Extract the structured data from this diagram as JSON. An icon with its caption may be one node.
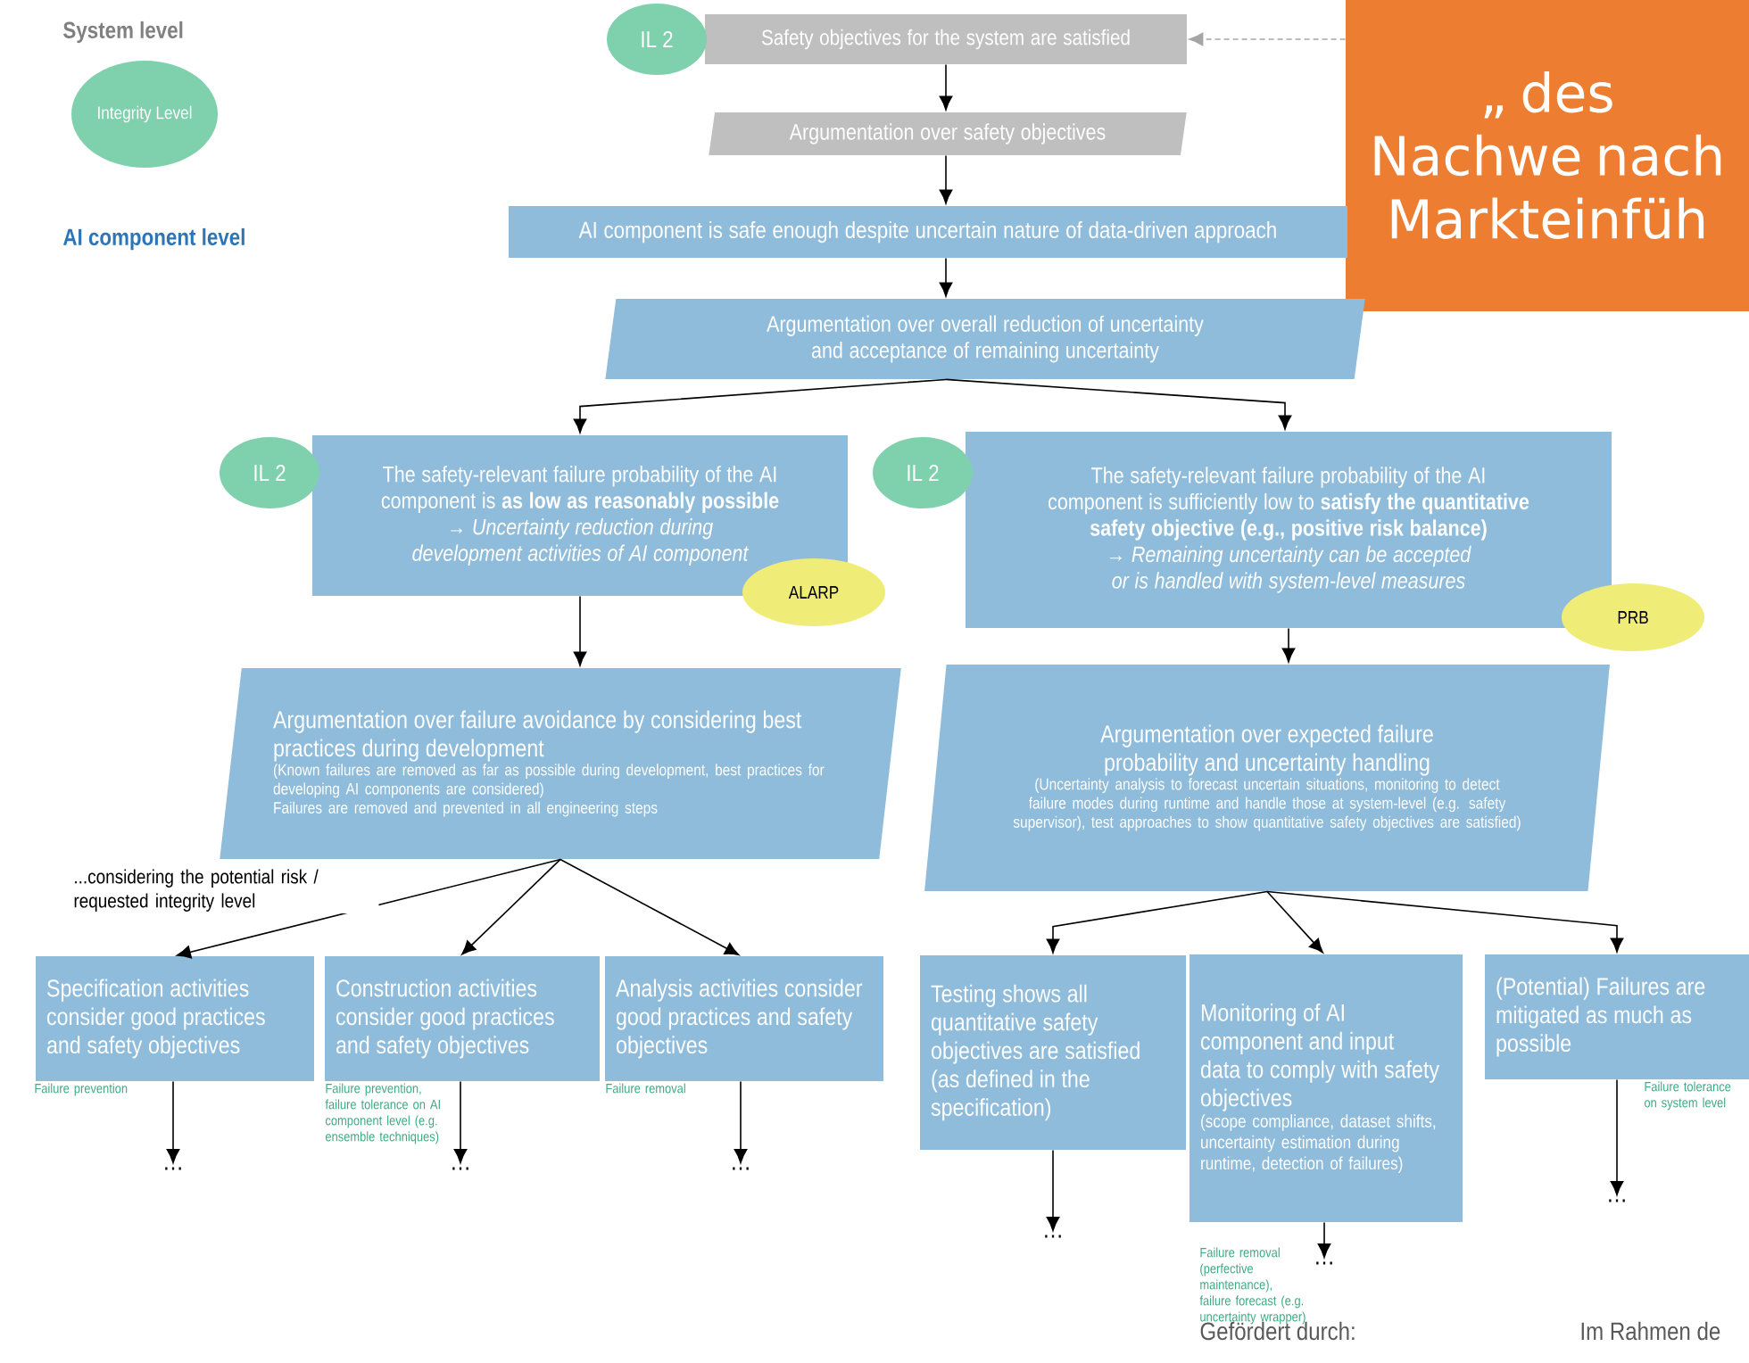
{
  "diagram": {
    "nodes": [
      {
        "text": [
          "Integrity Level"
        ]
      },
      {
        "text": [
          "IL 2"
        ]
      },
      {
        "text": [
          "Safety objectives for the system are satisfied"
        ]
      },
      {
        "text": [
          "„ des Nachwe nach Markteinfüh"
        ]
      },
      {
        "text": [
          "Argumentation over safety objectives"
        ]
      },
      {
        "text": [
          "AI component is safe enough despite uncertain nature of data-driven approach"
        ]
      },
      {
        "text": [
          "Argumentation over overall reduction of uncertainty and acceptance of remaining uncertainty"
        ]
      },
      {
        "text": [
          "IL 2"
        ]
      },
      {
        "text": [
          "The safety-relevant failure probability of the AI component is **as low as reasonably possible**",
          "→ Uncertainty reduction during development activities of AI component"
        ]
      },
      {
        "text": [
          "ALARP"
        ]
      },
      {
        "text": [
          "IL 2"
        ]
      },
      {
        "text": [
          "The safety-relevant failure probability of the AI component is sufficiently low to **satisfy the quantitative safety objective (e.g., positive risk balance)**",
          "→ Remaining uncertainty can be accepted or is handled with system-level measures"
        ]
      },
      {
        "text": [
          "PRB"
        ]
      },
      {
        "text": [
          "Argumentation over failure avoidance by considering best practices during development",
          "(Known failures are removed as far as possible during development, best practices for developing AI components are considered)",
          "Failures are removed and prevented in all engineering steps"
        ]
      },
      {
        "text": [
          "Argumentation over expected failure probability and uncertainty handling",
          "(Uncertainty analysis to forecast uncertain situations, monitoring to detect failure modes during runtime and handle those at system-level (e.g. safety supervisor), test approaches to show quantitative safety objectives are satisfied)"
        ]
      },
      {
        "text": [
          "Specification activities consider good practices and safety objectives"
        ],
        "beside": [
          "Failure prevention"
        ]
      },
      {
        "text": [
          "Construction activities consider good practices and safety objectives"
        ],
        "beside": [
          "Failure prevention, failure tolerance on AI component level (e.g. ensemble techniques)"
        ]
      },
      {
        "text": [
          "Analysis activities consider good practices and safety objectives"
        ],
        "beside": [
          "Failure removal"
        ]
      },
      {
        "text": [
          "Testing shows all quantitative safety objectives are satisfied (as defined in the specification)"
        ]
      },
      {
        "text": [
          "Monitoring of AI component and input data to comply with safety objectives",
          "(scope compliance, dataset shifts, uncertainty estimation during runtime, detection of failures)"
        ]
      },
      {
        "text": [
          "(Potential) Failures are mitigated as much as possible"
        ],
        "beside": [
          "Failure tolerance on system level"
        ]
      },
      {
        "text": [
          "…"
        ]
      },
      {
        "text": [
          "…"
        ]
      },
      {
        "text": [
          "…"
        ]
      },
      {
        "text": [
          "…"
        ]
      },
      {
        "text": [
          "…"
        ]
      },
      {
        "text": [
          "…"
        ]
      }
    ],
    "edges": [
      {
        "from": 3,
        "to": 2,
        "arrow": "to",
        "style": "dashed",
        "color": "#a6a6a6"
      },
      {
        "from": 2,
        "to": 4,
        "arrow": "to"
      },
      {
        "from": 4,
        "to": 5,
        "arrow": "to"
      },
      {
        "from": 5,
        "to": 6,
        "arrow": "to"
      },
      {
        "from": 6,
        "to": 8,
        "arrow": "to"
      },
      {
        "from": 6,
        "to": 11,
        "arrow": "to"
      },
      {
        "from": 8,
        "to": 13,
        "arrow": "to"
      },
      {
        "from": 11,
        "to": 14,
        "arrow": "to"
      },
      {
        "from": 13,
        "to": 15,
        "arrow": "to",
        "label": "...considering the potential risk / requested integrity level"
      },
      {
        "from": 13,
        "to": 16,
        "arrow": "to"
      },
      {
        "from": 13,
        "to": 17,
        "arrow": "to"
      },
      {
        "from": 14,
        "to": 18,
        "arrow": "to"
      },
      {
        "from": 14,
        "to": 19,
        "arrow": "to"
      },
      {
        "from": 14,
        "to": 20,
        "arrow": "to"
      },
      {
        "from": 15,
        "to": 21,
        "arrow": "to"
      },
      {
        "from": 16,
        "to": 22,
        "arrow": "to"
      },
      {
        "from": 17,
        "to": 23,
        "arrow": "to"
      },
      {
        "from": 18,
        "to": 24,
        "arrow": "to"
      },
      {
        "from": 19,
        "to": 25,
        "arrow": "to"
      },
      {
        "from": 20,
        "to": 26,
        "arrow": "to"
      }
    ],
    "labels": [
      "System level",
      "AI component level",
      "Failure removal (perfective maintenance), failure forecast (e.g. uncertainty wrapper)",
      "Gefördert durch:",
      "Im Rahmen de"
    ]
  }
}
